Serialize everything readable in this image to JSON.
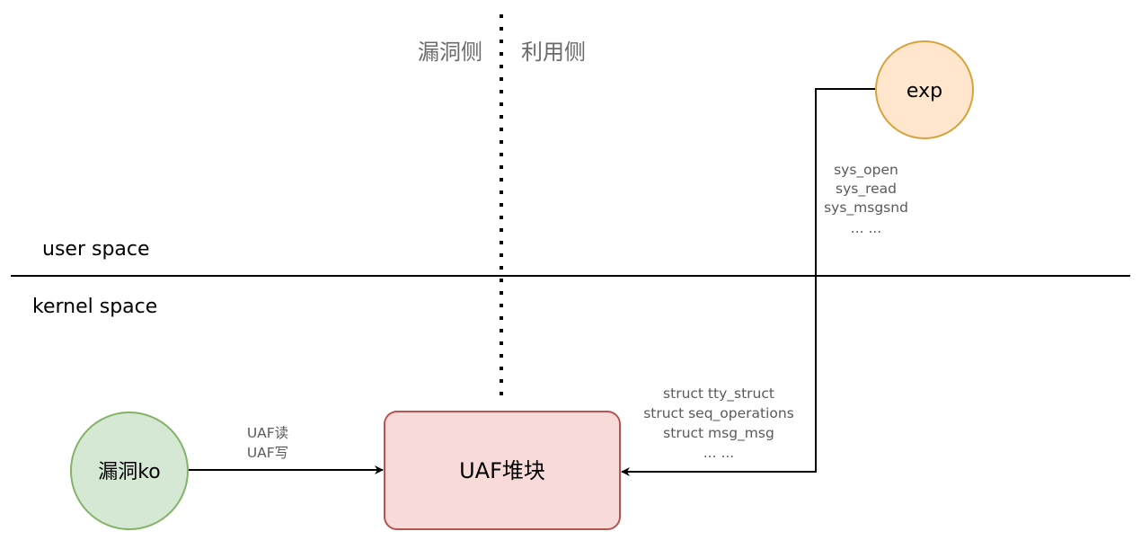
{
  "header": {
    "vuln_side": "漏洞侧",
    "exploit_side": "利用侧"
  },
  "regions": {
    "user_space": "user space",
    "kernel_space": "kernel space"
  },
  "nodes": {
    "exp": "exp",
    "vuln_ko": "漏洞ko",
    "uaf_chunk": "UAF堆块"
  },
  "syscalls": [
    "sys_open",
    "sys_read",
    "sys_msgsnd",
    "... ..."
  ],
  "uaf_ops": [
    "UAF读",
    "UAF写"
  ],
  "structs": [
    "struct tty_struct",
    "struct seq_operations",
    "struct msg_msg",
    "... ..."
  ],
  "colors": {
    "exp_fill": "#ffe6cc",
    "exp_stroke": "#d6a33b",
    "ko_fill": "#d5e8d4",
    "ko_stroke": "#82b366",
    "chunk_fill": "#f8dbd8",
    "chunk_stroke": "#b85450",
    "line": "#000000"
  }
}
